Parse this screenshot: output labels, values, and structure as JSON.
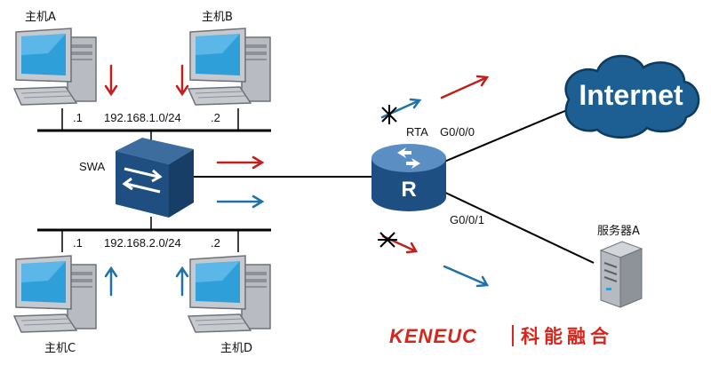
{
  "hosts": {
    "a": "主机A",
    "b": "主机B",
    "c": "主机C",
    "d": "主机D"
  },
  "subnets": {
    "top": "192.168.1.0/24",
    "bottom": "192.168.2.0/24"
  },
  "ports": {
    "top_left": ".1",
    "top_right": ".2",
    "bottom_left": ".1",
    "bottom_right": ".2"
  },
  "switch_label": "SWA",
  "router_label": "RTA",
  "router_symbol": "R",
  "interfaces": {
    "internet": "G0/0/0",
    "server": "G0/0/1"
  },
  "internet_label": "Internet",
  "server_label": "服务器A",
  "logo": {
    "en": "KENEUC",
    "cn": "科能融合"
  },
  "colors": {
    "red_flow": "#c0201c",
    "blue_flow": "#1f72a8",
    "cloud": "#1d5f93",
    "logo": "#d8261c"
  },
  "icons": {
    "host": "desktop-computer-icon",
    "switch": "switch-icon",
    "router": "router-icon",
    "server": "server-tower-icon",
    "cloud": "cloud-icon",
    "blocked": "blocked-x-icon"
  }
}
